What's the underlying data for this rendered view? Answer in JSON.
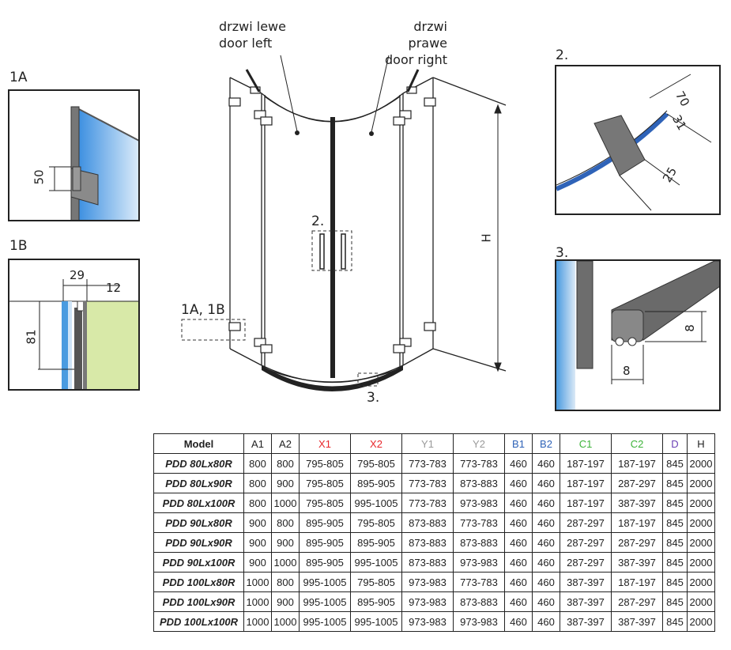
{
  "diagram": {
    "door_left_pl": "drzwi lewe",
    "door_left_en": "door left",
    "door_right_pl": "drzwi prawe",
    "door_right_en": "door right",
    "label_2": "2.",
    "label_1a1b": "1A, 1B",
    "label_3": "3.",
    "label_H": "H"
  },
  "detail_1a": {
    "label": "1A",
    "dim": "50"
  },
  "detail_1b": {
    "label": "1B",
    "dim_width": "29",
    "dim_small": "12",
    "dim_height": "81"
  },
  "detail_2": {
    "label": "2.",
    "dim_70": "70",
    "dim_31": "31",
    "dim_25": "25"
  },
  "detail_3": {
    "label": "3.",
    "dim_h": "8",
    "dim_w": "8"
  },
  "colors": {
    "x": "#e8262b",
    "y": "#9a9a9a",
    "b": "#2f63b8",
    "c": "#3db33a",
    "d": "#6a3fb5",
    "glass": "#4a9be0",
    "wall": "#d8e9a8"
  },
  "table": {
    "headers": [
      "Model",
      "A1",
      "A2",
      "X1",
      "X2",
      "Y1",
      "Y2",
      "B1",
      "B2",
      "C1",
      "C2",
      "D",
      "H"
    ],
    "rows": [
      [
        "PDD 80Lx80R",
        "800",
        "800",
        "795-805",
        "795-805",
        "773-783",
        "773-783",
        "460",
        "460",
        "187-197",
        "187-197",
        "845",
        "2000"
      ],
      [
        "PDD 80Lx90R",
        "800",
        "900",
        "795-805",
        "895-905",
        "773-783",
        "873-883",
        "460",
        "460",
        "187-197",
        "287-297",
        "845",
        "2000"
      ],
      [
        "PDD 80Lx100R",
        "800",
        "1000",
        "795-805",
        "995-1005",
        "773-783",
        "973-983",
        "460",
        "460",
        "187-197",
        "387-397",
        "845",
        "2000"
      ],
      [
        "PDD 90Lx80R",
        "900",
        "800",
        "895-905",
        "795-805",
        "873-883",
        "773-783",
        "460",
        "460",
        "287-297",
        "187-197",
        "845",
        "2000"
      ],
      [
        "PDD 90Lx90R",
        "900",
        "900",
        "895-905",
        "895-905",
        "873-883",
        "873-883",
        "460",
        "460",
        "287-297",
        "287-297",
        "845",
        "2000"
      ],
      [
        "PDD 90Lx100R",
        "900",
        "1000",
        "895-905",
        "995-1005",
        "873-883",
        "973-983",
        "460",
        "460",
        "287-297",
        "387-397",
        "845",
        "2000"
      ],
      [
        "PDD 100Lx80R",
        "1000",
        "800",
        "995-1005",
        "795-805",
        "973-983",
        "773-783",
        "460",
        "460",
        "387-397",
        "187-197",
        "845",
        "2000"
      ],
      [
        "PDD 100Lx90R",
        "1000",
        "900",
        "995-1005",
        "895-905",
        "973-983",
        "873-883",
        "460",
        "460",
        "387-397",
        "287-297",
        "845",
        "2000"
      ],
      [
        "PDD 100Lx100R",
        "1000",
        "1000",
        "995-1005",
        "995-1005",
        "973-983",
        "973-983",
        "460",
        "460",
        "387-397",
        "387-397",
        "845",
        "2000"
      ]
    ]
  }
}
